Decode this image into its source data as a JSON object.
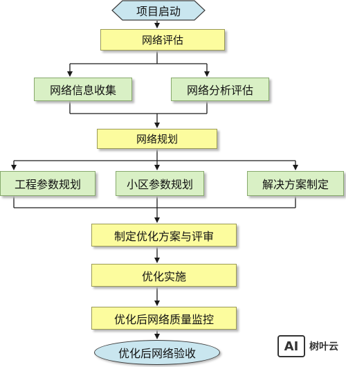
{
  "nodes": {
    "project_start": "项目启动",
    "network_assessment": "网络评估",
    "network_info_collection": "网络信息收集",
    "network_analysis_assessment": "网络分析评估",
    "network_planning": "网络规划",
    "engineering_param_planning": "工程参数规划",
    "cell_param_planning": "小区参数规划",
    "solution_formulation": "解决方案制定",
    "optimization_plan_review": "制定优化方案与评审",
    "optimization_implementation": "优化实施",
    "post_optimization_quality_monitoring": "优化后网络质量监控",
    "post_optimization_acceptance": "优化后网络验收"
  },
  "watermark": {
    "logo": "AI",
    "text": "树叶云"
  },
  "colors": {
    "start_fill": "#c9e6ef",
    "process_fill": "#fcfc9e",
    "branch_fill": "#d9f0c5",
    "line": "#1a1a1a"
  }
}
